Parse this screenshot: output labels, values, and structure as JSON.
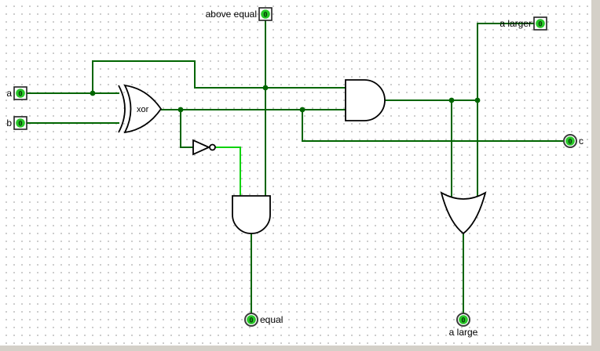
{
  "colors": {
    "bg": "#ffffff",
    "grid_dot": "#c9c9c9",
    "wire_low": "#006500",
    "wire_high": "#0ad20a",
    "gate_stroke": "#000000",
    "pin_fill": "#28c828",
    "pin_value": "#083808",
    "pin_square_border": "#222222",
    "pin_ring": "#3c3c3c",
    "label": "#000000",
    "strip": "#d4d0c8"
  },
  "labels": {
    "a": "a",
    "b": "b",
    "xor": "xor",
    "above_equal": "above equal",
    "a_larger": "a larger",
    "c": "c",
    "equal": "equal",
    "a_large": "a large"
  },
  "values": {
    "a": "0",
    "b": "0",
    "above_equal": "0",
    "a_larger": "0",
    "c": "0",
    "equal": "0",
    "a_large": "0"
  },
  "circuit": {
    "gates": [
      {
        "type": "XOR",
        "label": "xor"
      },
      {
        "type": "NOT"
      },
      {
        "type": "AND"
      },
      {
        "type": "AND"
      },
      {
        "type": "OR"
      }
    ],
    "wire_states": {
      "default": "0 (dark green)",
      "not_output": "1 (bright green)"
    }
  }
}
